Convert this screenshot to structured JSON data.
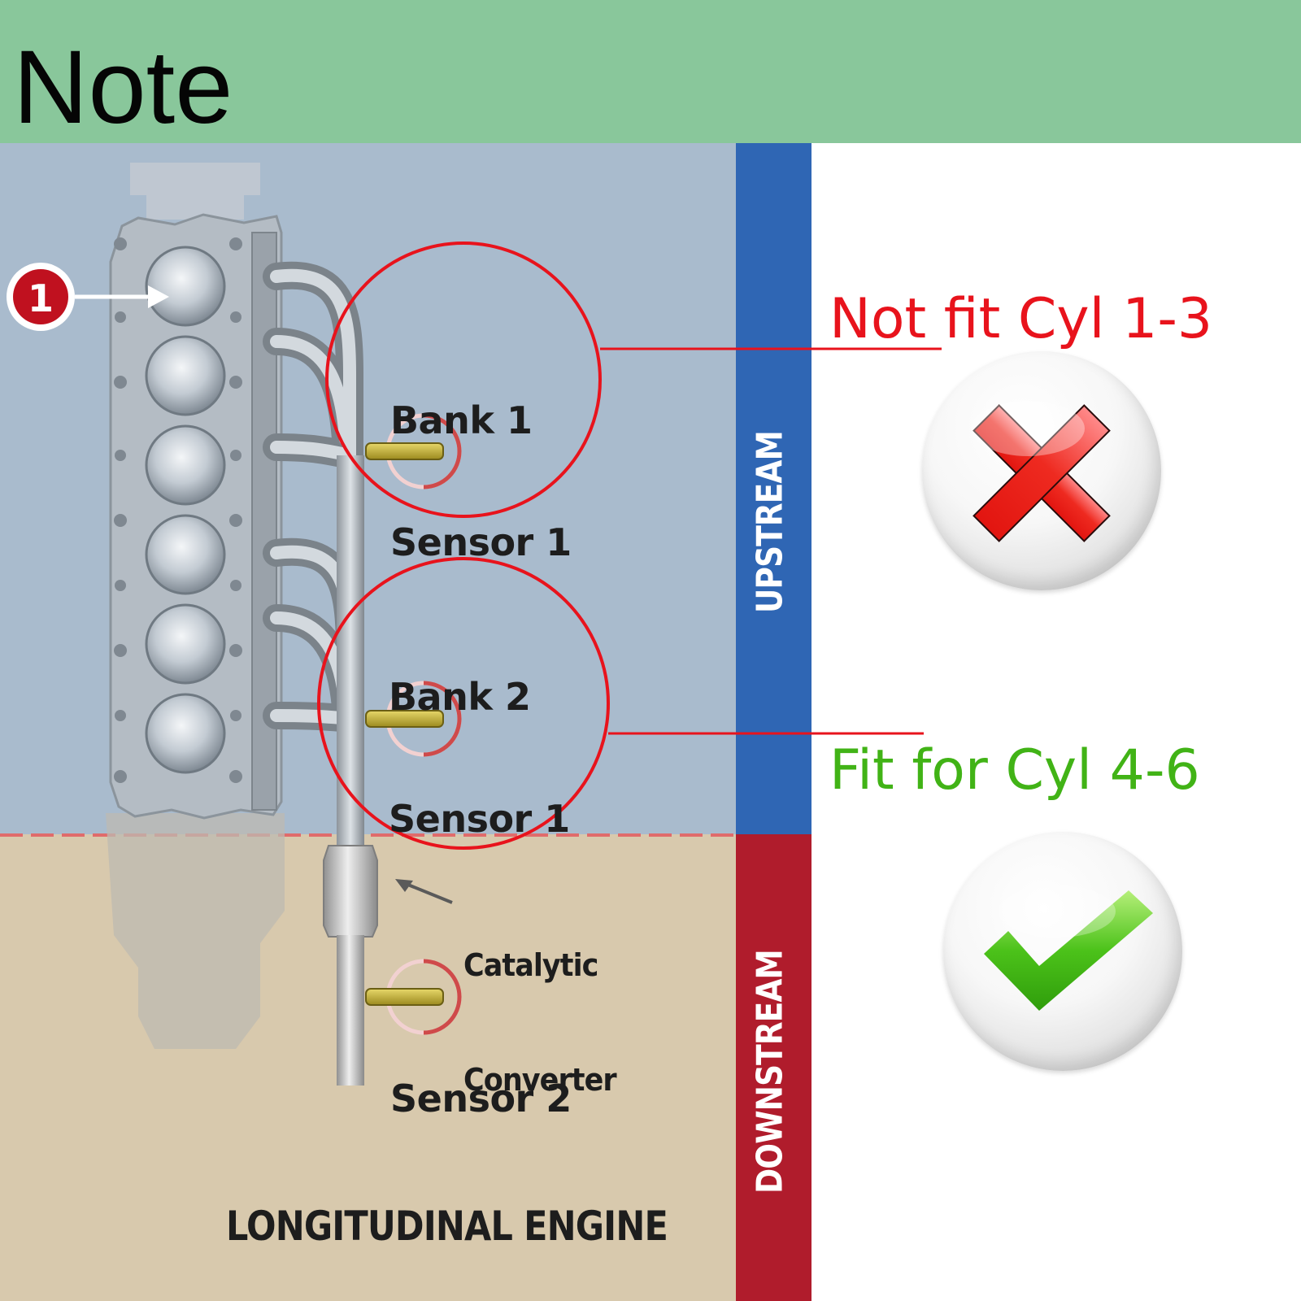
{
  "header": {
    "title": "Note"
  },
  "diagram": {
    "marker_number": "1",
    "label_bank1_line1": "Bank 1",
    "label_bank1_line2": "Sensor 1",
    "label_bank2_line1": "Bank 2",
    "label_bank2_line2": "Sensor 1",
    "label_catalytic_line1": "Catalytic",
    "label_catalytic_line2": "Converter",
    "label_sensor2": "Sensor 2",
    "label_engine": "LONGITUDINAL ENGINE",
    "band_upstream": "UPSTREAM",
    "band_downstream": "DOWNSTREAM"
  },
  "callouts": {
    "not_fit": {
      "text": "Not fit Cyl 1-3",
      "color": "#e8131c",
      "icon": "cross-icon"
    },
    "fit": {
      "text": "Fit for Cyl 4-6",
      "color": "#41b316",
      "icon": "check-icon"
    }
  },
  "colors": {
    "header_bg": "#89c79b",
    "upstream_bg": "#a9bbcd",
    "downstream_bg": "#d8c9ad",
    "upstream_band": "#2f66b4",
    "downstream_band": "#b01c2c",
    "highlight_red": "#e8131c"
  }
}
